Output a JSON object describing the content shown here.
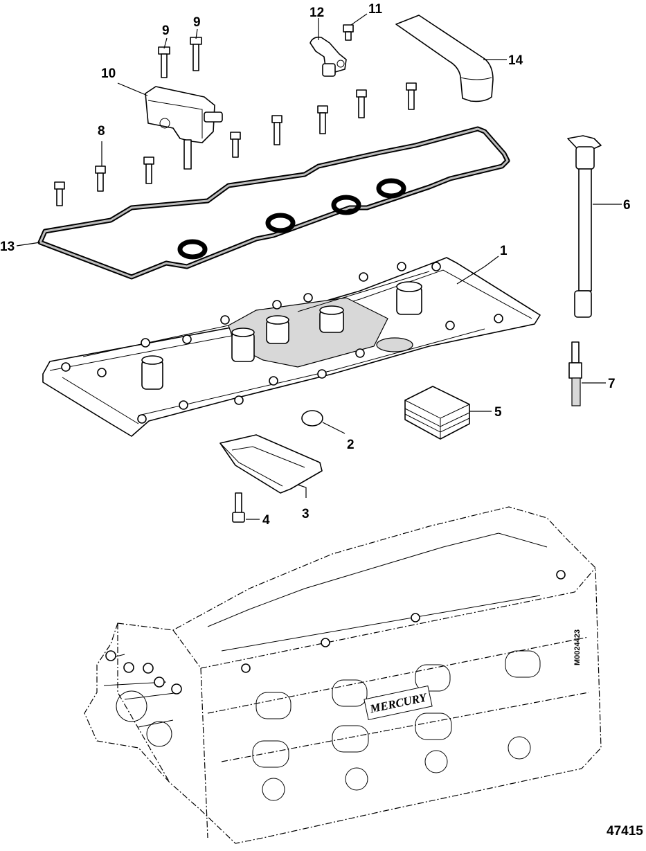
{
  "diagram": {
    "callouts": [
      "1",
      "2",
      "3",
      "4",
      "5",
      "6",
      "7",
      "8",
      "9",
      "9",
      "10",
      "11",
      "12",
      "13",
      "14"
    ],
    "figure_number": "47415",
    "side_code": "M0024423",
    "engine_logo": "MERCURY"
  }
}
